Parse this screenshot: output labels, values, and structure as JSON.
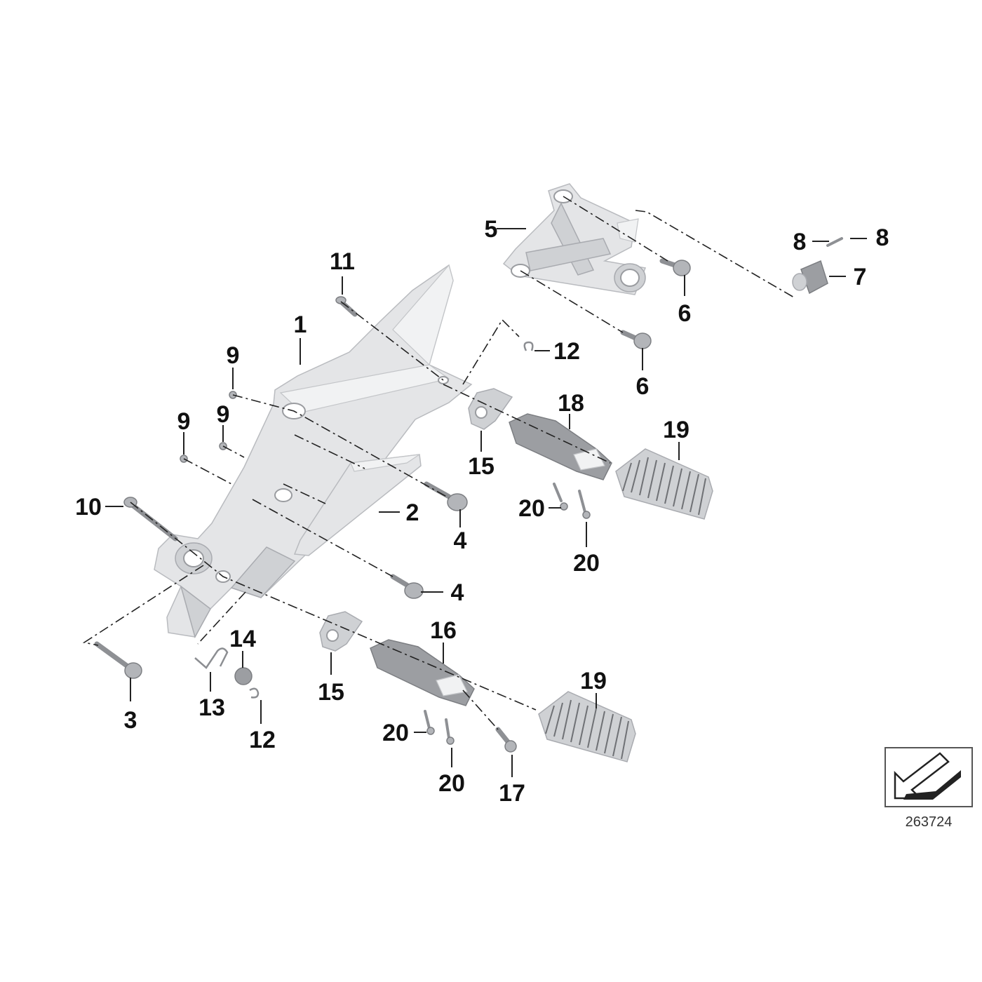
{
  "diagram": {
    "reference_number": "263724",
    "callouts": {
      "c1": "1",
      "c2": "2",
      "c3": "3",
      "c4a": "4",
      "c4b": "4",
      "c5": "5",
      "c6a": "6",
      "c6b": "6",
      "c7": "7",
      "c8a": "8",
      "c8b": "8",
      "c9a": "9",
      "c9b": "9",
      "c9c": "9",
      "c10": "10",
      "c11": "11",
      "c12a": "12",
      "c12b": "12",
      "c13": "13",
      "c14": "14",
      "c15a": "15",
      "c15b": "15",
      "c16": "16",
      "c17": "17",
      "c18": "18",
      "c19a": "19",
      "c19b": "19",
      "c20a": "20",
      "c20b": "20",
      "c20c": "20",
      "c20d": "20"
    },
    "colors": {
      "part_light": "#e4e5e7",
      "part_dark": "#9c9ea2",
      "line": "#222222"
    }
  }
}
